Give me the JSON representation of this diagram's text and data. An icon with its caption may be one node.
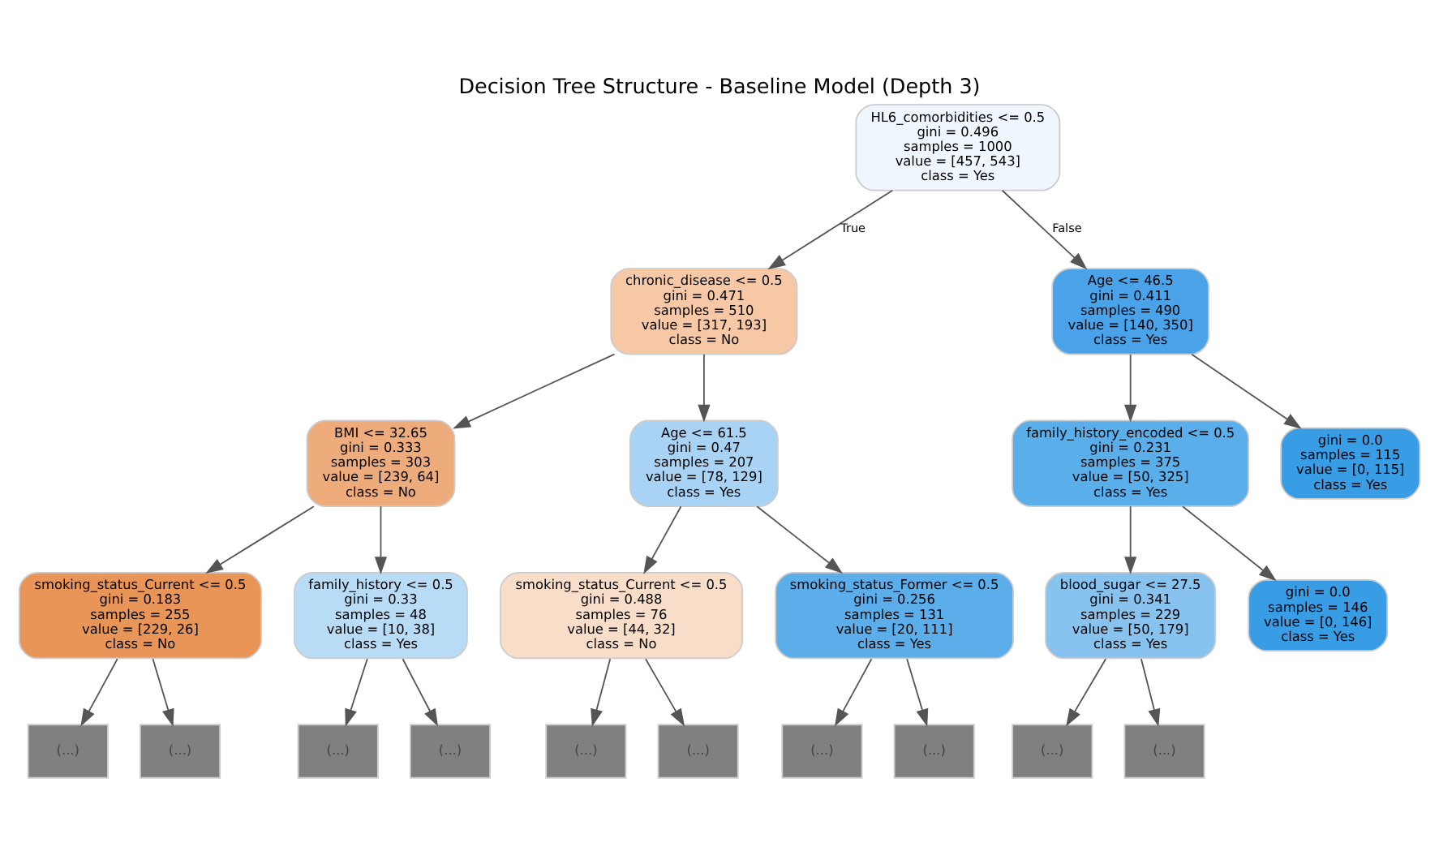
{
  "diagram": {
    "title": "Decision Tree Structure - Baseline Model (Depth 3)",
    "nodes": [
      {
        "text": [
          "HL6_comorbidities <= 0.5",
          "gini = 0.496",
          "samples = 1000",
          "value = [457, 543]",
          "class = Yes"
        ]
      },
      {
        "text": [
          "chronic_disease <= 0.5",
          "gini = 0.471",
          "samples = 510",
          "value = [317, 193]",
          "class = No"
        ]
      },
      {
        "text": [
          "Age <= 46.5",
          "gini = 0.411",
          "samples = 490",
          "value = [140, 350]",
          "class = Yes"
        ]
      },
      {
        "text": [
          "BMI <= 32.65",
          "gini = 0.333",
          "samples = 303",
          "value = [239, 64]",
          "class = No"
        ]
      },
      {
        "text": [
          "Age <= 61.5",
          "gini = 0.47",
          "samples = 207",
          "value = [78, 129]",
          "class = Yes"
        ]
      },
      {
        "text": [
          "family_history_encoded <= 0.5",
          "gini = 0.231",
          "samples = 375",
          "value = [50, 325]",
          "class = Yes"
        ]
      },
      {
        "text": [
          "gini = 0.0",
          "samples = 115",
          "value = [0, 115]",
          "class = Yes"
        ]
      },
      {
        "text": [
          "smoking_status_Current <= 0.5",
          "gini = 0.183",
          "samples = 255",
          "value = [229, 26]",
          "class = No"
        ]
      },
      {
        "text": [
          "family_history <= 0.5",
          "gini = 0.33",
          "samples = 48",
          "value = [10, 38]",
          "class = Yes"
        ]
      },
      {
        "text": [
          "smoking_status_Current <= 0.5",
          "gini = 0.488",
          "samples = 76",
          "value = [44, 32]",
          "class = No"
        ]
      },
      {
        "text": [
          "smoking_status_Former <= 0.5",
          "gini = 0.256",
          "samples = 131",
          "value = [20, 111]",
          "class = Yes"
        ]
      },
      {
        "text": [
          "blood_sugar <= 27.5",
          "gini = 0.341",
          "samples = 229",
          "value = [50, 179]",
          "class = Yes"
        ]
      },
      {
        "text": [
          "gini = 0.0",
          "samples = 146",
          "value = [0, 146]",
          "class = Yes"
        ]
      },
      {
        "text": [
          "(...)"
        ]
      },
      {
        "text": [
          "(...)"
        ]
      },
      {
        "text": [
          "(...)"
        ]
      },
      {
        "text": [
          "(...)"
        ]
      },
      {
        "text": [
          "(...)"
        ]
      },
      {
        "text": [
          "(...)"
        ]
      },
      {
        "text": [
          "(...)"
        ]
      },
      {
        "text": [
          "(...)"
        ]
      },
      {
        "text": [
          "(...)"
        ]
      },
      {
        "text": [
          "(...)"
        ]
      }
    ],
    "edges": [
      {
        "from": 0,
        "to": 1,
        "arrow": "to",
        "label": "True"
      },
      {
        "from": 0,
        "to": 2,
        "arrow": "to",
        "label": "False"
      },
      {
        "from": 1,
        "to": 3,
        "arrow": "to"
      },
      {
        "from": 1,
        "to": 4,
        "arrow": "to"
      },
      {
        "from": 2,
        "to": 5,
        "arrow": "to"
      },
      {
        "from": 2,
        "to": 6,
        "arrow": "to"
      },
      {
        "from": 3,
        "to": 7,
        "arrow": "to"
      },
      {
        "from": 3,
        "to": 8,
        "arrow": "to"
      },
      {
        "from": 4,
        "to": 9,
        "arrow": "to"
      },
      {
        "from": 4,
        "to": 10,
        "arrow": "to"
      },
      {
        "from": 5,
        "to": 11,
        "arrow": "to"
      },
      {
        "from": 5,
        "to": 12,
        "arrow": "to"
      },
      {
        "from": 7,
        "to": 13,
        "arrow": "to"
      },
      {
        "from": 7,
        "to": 14,
        "arrow": "to"
      },
      {
        "from": 8,
        "to": 15,
        "arrow": "to"
      },
      {
        "from": 8,
        "to": 16,
        "arrow": "to"
      },
      {
        "from": 9,
        "to": 17,
        "arrow": "to"
      },
      {
        "from": 9,
        "to": 18,
        "arrow": "to"
      },
      {
        "from": 10,
        "to": 19,
        "arrow": "to"
      },
      {
        "from": 10,
        "to": 20,
        "arrow": "to"
      },
      {
        "from": 11,
        "to": 21,
        "arrow": "to"
      },
      {
        "from": 11,
        "to": 22,
        "arrow": "to"
      }
    ]
  }
}
